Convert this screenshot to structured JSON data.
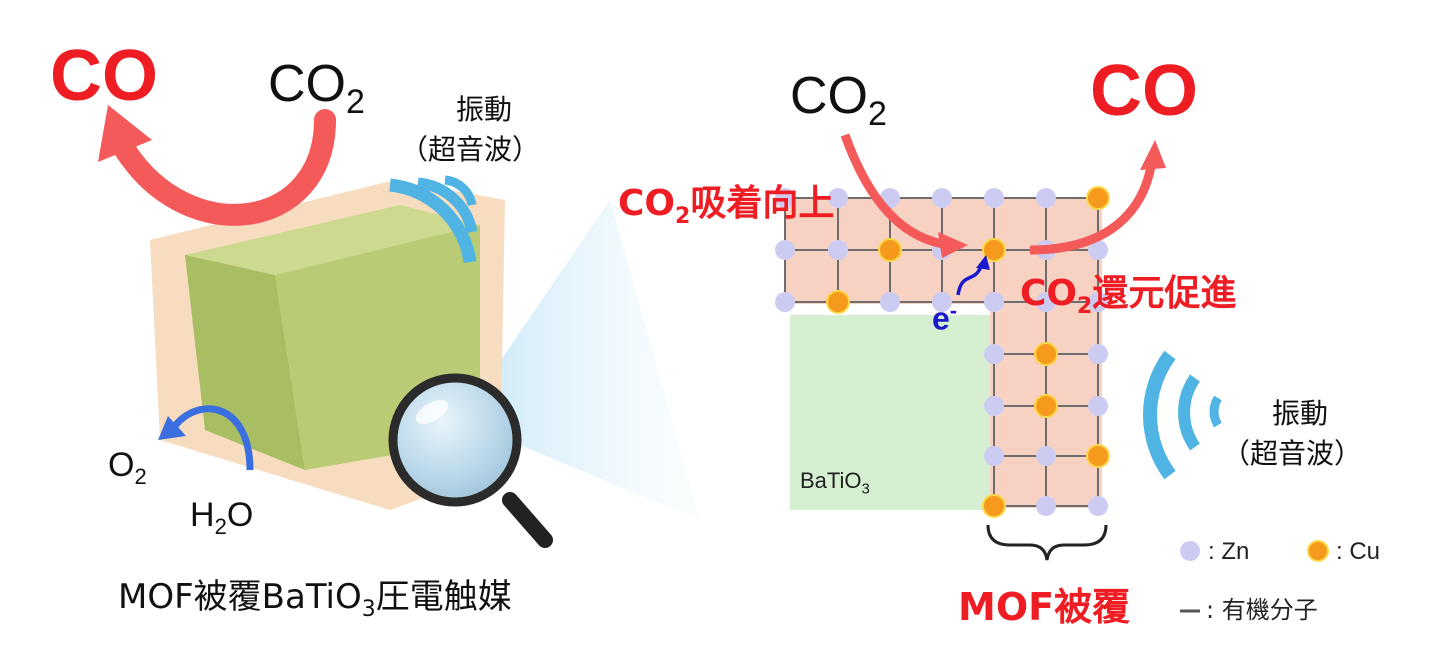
{
  "colors": {
    "red": "#ee1d23",
    "arrow_red": "#f45a5a",
    "cube_green": "#b7c97a",
    "cube_shell": "#f7dcc0",
    "batio3_green": "#d6efd0",
    "mof_peach": "#f7d2c2",
    "zn": "#ccccf2",
    "cu": "#f59a1c",
    "wave_blue": "#4fb4e3",
    "electron_blue": "#1a1acc"
  },
  "left": {
    "co_label": "CO",
    "co2_label": "CO",
    "co2_sub": "2",
    "vibration": "振動",
    "ultrasound": "（超音波）",
    "o2_label": "O",
    "o2_sub": "2",
    "h2o_h": "H",
    "h2o_sub": "2",
    "h2o_o": "O",
    "caption_pre": "MOF被覆BaTiO",
    "caption_sub": "3",
    "caption_post": "圧電触媒"
  },
  "right": {
    "co2_label": "CO",
    "co2_sub": "2",
    "co_label": "CO",
    "adsorption_pre": "CO",
    "adsorption_sub": "2",
    "adsorption_post": "吸着向上",
    "reduction_pre": "CO",
    "reduction_sub": "2",
    "reduction_post": "還元促進",
    "electron": "e",
    "electron_sup": "-",
    "batio3_pre": "BaTiO",
    "batio3_sub": "3",
    "vibration": "振動",
    "ultrasound": "（超音波）",
    "mof_coating": "MOF被覆"
  },
  "legend": {
    "zn": ": Zn",
    "cu": ": Cu",
    "organic": ": 有機分子"
  }
}
